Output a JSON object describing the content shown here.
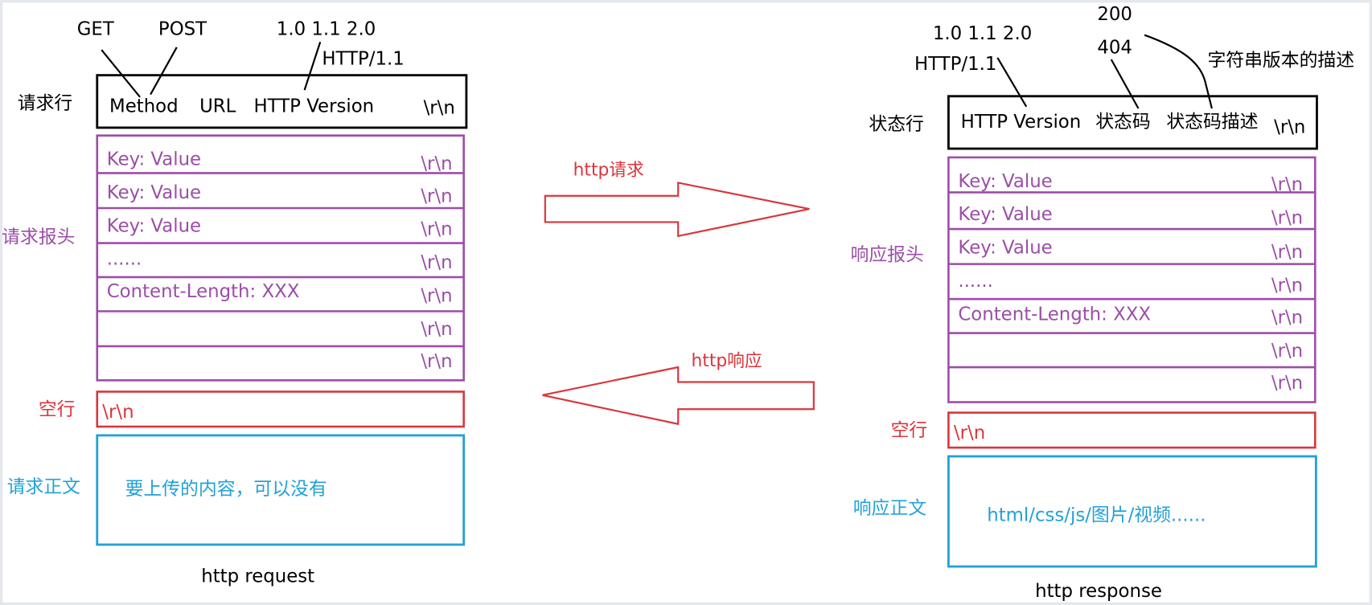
{
  "request": {
    "method_options": [
      "GET",
      "POST"
    ],
    "version_options": "1.0 1.1 2.0",
    "version_default": "HTTP/1.1",
    "start_line": {
      "label": "请求行",
      "method": "Method",
      "url": "URL",
      "version": "HTTP Version",
      "crlf": "\\r\\n"
    },
    "headers": {
      "label": "请求报头",
      "rows": [
        {
          "text": "Key: Value",
          "crlf": "\\r\\n"
        },
        {
          "text": "Key: Value",
          "crlf": "\\r\\n"
        },
        {
          "text": "Key: Value",
          "crlf": "\\r\\n"
        },
        {
          "text": "......",
          "crlf": "\\r\\n"
        },
        {
          "text": "Content-Length: XXX",
          "crlf": "\\r\\n"
        },
        {
          "crlf": "\\r\\n"
        },
        {
          "crlf": "\\r\\n"
        }
      ]
    },
    "blank_line": {
      "label": "空行",
      "crlf": "\\r\\n"
    },
    "body": {
      "label": "请求正文",
      "text": "要上传的内容，可以没有"
    },
    "caption": "http request"
  },
  "transfer": {
    "request_arrow_label": "http请求",
    "response_arrow_label": "http响应"
  },
  "response": {
    "version_options": "1.0 1.1 2.0",
    "version_default": "HTTP/1.1",
    "status_code_options": [
      "200",
      "404"
    ],
    "status_text_note": "字符串版本的描述",
    "status_line": {
      "label": "状态行",
      "version": "HTTP Version",
      "status_code": "状态码",
      "status_text": "状态码描述",
      "crlf": "\\r\\n"
    },
    "headers": {
      "label": "响应报头",
      "rows": [
        {
          "text": "Key: Value",
          "crlf": "\\r\\n"
        },
        {
          "text": "Key: Value",
          "crlf": "\\r\\n"
        },
        {
          "text": "Key: Value",
          "crlf": "\\r\\n"
        },
        {
          "text": "......",
          "crlf": "\\r\\n"
        },
        {
          "text": "Content-Length: XXX",
          "crlf": "\\r\\n"
        },
        {
          "crlf": "\\r\\n"
        },
        {
          "crlf": "\\r\\n"
        }
      ]
    },
    "blank_line": {
      "label": "空行",
      "crlf": "\\r\\n"
    },
    "body": {
      "label": "响应正文",
      "text": "html/css/js/图片/视频......"
    },
    "caption": "http response"
  },
  "colors": {
    "text": "#000000",
    "start_line": "#000000",
    "headers": "#9b4ea7",
    "blank_line": "#d9363c",
    "body": "#22a1d8",
    "arrows": "#d9363c"
  }
}
